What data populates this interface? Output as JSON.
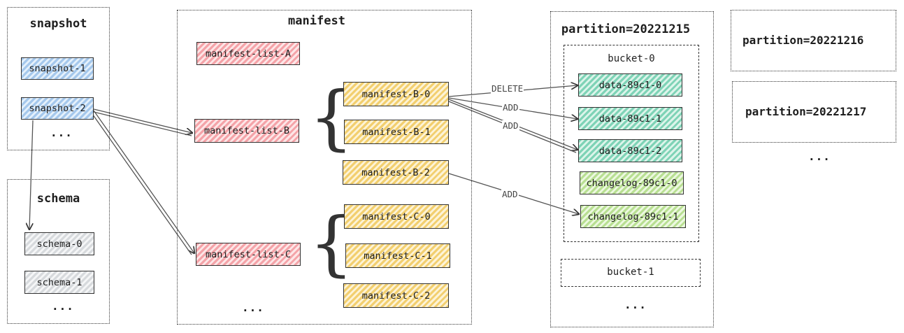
{
  "snapshot": {
    "title": "snapshot",
    "items": [
      "snapshot-1",
      "snapshot-2"
    ],
    "more": "..."
  },
  "schema": {
    "title": "schema",
    "items": [
      "schema-0",
      "schema-1"
    ],
    "more": "..."
  },
  "manifest": {
    "title": "manifest",
    "lists": [
      "manifest-list-A",
      "manifest-list-B",
      "manifest-list-C"
    ],
    "b_files": [
      "manifest-B-0",
      "manifest-B-1",
      "manifest-B-2"
    ],
    "c_files": [
      "manifest-C-0",
      "manifest-C-1",
      "manifest-C-2"
    ],
    "more": "..."
  },
  "partition_main": {
    "title": "partition=20221215",
    "bucket0": {
      "title": "bucket-0",
      "data_files": [
        "data-89c1-0",
        "data-89c1-1",
        "data-89c1-2"
      ],
      "changelog_files": [
        "changelog-89c1-0",
        "changelog-89c1-1"
      ]
    },
    "bucket1": {
      "title": "bucket-1"
    },
    "more": "..."
  },
  "other_partitions": [
    "partition=20221216",
    "partition=20221217"
  ],
  "other_more": "...",
  "edge_labels": {
    "delete": "DELETE",
    "add": "ADD"
  },
  "colors": {
    "snapshot": "#a5c8ec",
    "manifest_list": "#f4a3a8",
    "manifest_file": "#f2cf6f",
    "data_file": "#7ed3b6",
    "changelog_file": "#b8df92",
    "schema": "#d7dadd"
  }
}
